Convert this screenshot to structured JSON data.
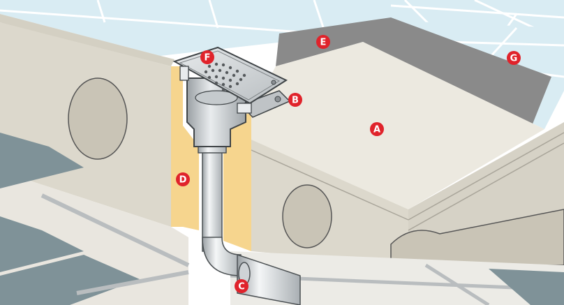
{
  "markers": [
    {
      "letter": "A"
    },
    {
      "letter": "B"
    },
    {
      "letter": "C"
    },
    {
      "letter": "D"
    },
    {
      "letter": "E"
    },
    {
      "letter": "F"
    },
    {
      "letter": "G"
    }
  ],
  "colors": {
    "marker": "#e0232b",
    "concrete_light": "#ece9e0",
    "concrete_side": "#dcd8cc",
    "concrete_dark": "#c9c4b6",
    "membrane": "#8a8a8a",
    "tile": "#d9ecf3",
    "tile_grout": "#ffffff",
    "insulation": "#f6d58e",
    "pipe": "#cfd3d6",
    "steel": "#bfc3c6",
    "floor_dark": "#7f9298"
  }
}
